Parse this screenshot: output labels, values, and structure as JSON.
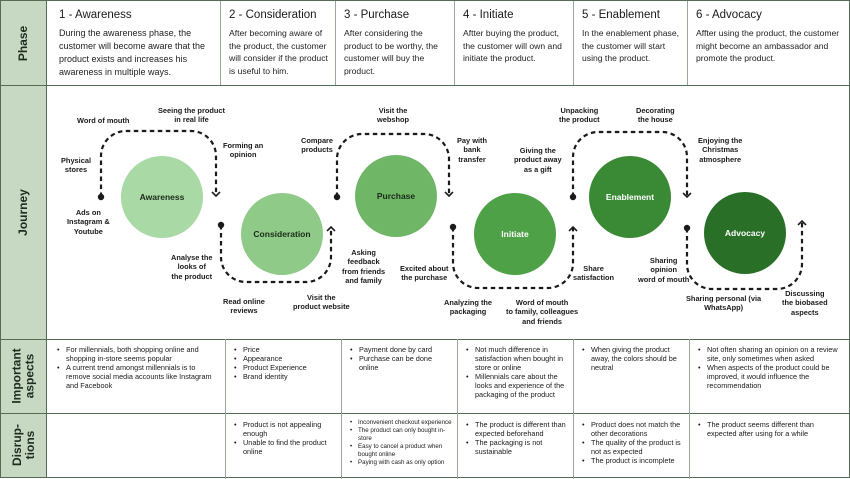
{
  "row_labels": {
    "phase": "Phase",
    "journey": "Journey",
    "aspects_line1": "Important",
    "aspects_line2": "aspects",
    "disruptions_line1": "Disrup-",
    "disruptions_line2": "tions"
  },
  "phases": [
    {
      "title": "1 - Awareness",
      "description": "During the awareness phase, the customer will become aware that the product exists and increases his awareness in multiple ways."
    },
    {
      "title": "2 - Consideration",
      "description": "After becoming aware of the product, the customer will consider if the product is useful to him."
    },
    {
      "title": "3 - Purchase",
      "description": "After considering the product to be worthy, the customer will buy the product."
    },
    {
      "title": "4 - Initiate",
      "description": "Aftter buying the product, the customer will own and initiate the product."
    },
    {
      "title": "5 - Enablement",
      "description": "In the enablement phase, the customer will start using the product."
    },
    {
      "title": "6 - Advocacy",
      "description": "Affter using the product, the customer might become an ambassador and promote the product."
    }
  ],
  "journey": {
    "stages": [
      {
        "name": "Awareness",
        "color": "#a9d9a4"
      },
      {
        "name": "Consideration",
        "color": "#8fca88"
      },
      {
        "name": "Purchase",
        "color": "#6fb767"
      },
      {
        "name": "Initiate",
        "color": "#4ea146"
      },
      {
        "name": "Enablement",
        "color": "#3a8a35"
      },
      {
        "name": "Advocacy",
        "color": "#2a6f27"
      }
    ],
    "touchpoints": {
      "word_of_mouth": "Word of mouth",
      "seeing_product": "Seeing the product\nin real life",
      "physical_stores": "Physical\nstores",
      "ads": "Ads on\nInstagram &\nYoutube",
      "forming_opinion": "Forming an\nopinion",
      "analyse_looks": "Analyse the\nlooks of\nthe product",
      "read_reviews": "Read online\nreviews",
      "visit_website": "Visit the\nproduct website",
      "compare": "Compare\nproducts",
      "visit_webshop": "Visit the\nwebshop",
      "asking_feedback": "Asking\nfeedback\nfrom friends\nand family",
      "pay_bank": "Pay with\nbank\ntransfer",
      "excited": "Excited about\nthe purchase",
      "analyzing_packaging": "Analyzing the\npackaging",
      "wom_family": "Word of mouth\nto family, colleagues\nand friends",
      "giving_gift": "Giving the\nproduct away\nas a gift",
      "unpacking": "Unpacking\nthe product",
      "share_satisfaction": "Share\nsatisfaction",
      "decorating": "Decorating\nthe house",
      "sharing_opinion": "Sharing\nopinion\nword of mouth",
      "christmas": "Enjoying the\nChristmas\natmosphere",
      "sharing_personal": "Sharing personal (via\nWhatsApp)",
      "discussing": "Discussing\nthe biobased\naspects"
    }
  },
  "important_aspects": [
    [
      "For millennials, both shopping online and shopping in-store seems popular",
      "A current trend amongst millennials is to remove social media accounts like Instagram and Facebook"
    ],
    [
      "Price",
      "Appearance",
      "Product Experience",
      "Brand identity"
    ],
    [
      "Payment done by card",
      "Purchase can be done online"
    ],
    [
      "Not much difference in satisfaction when bought in store or online",
      "Millennials care about the looks and experience of the packaging of the product"
    ],
    [
      "When giving the product away, the colors should be neutral"
    ],
    [
      "Not often sharing an opinion on a review site, only sometimes when asked",
      "When aspects of the product could be improved, it would influence the recommendation"
    ]
  ],
  "disruptions": [
    [],
    [
      "Product is not appealing enough",
      "Unable to find the product online"
    ],
    [
      "Inconvenient checkout experience",
      "The product can only bought in-store",
      "Easy to cancel a product when bought online",
      "Paying with cash as only option"
    ],
    [
      "The product is different than expected beforehand",
      "The packaging is not sustainable"
    ],
    [
      "Product does not match the other decorations",
      "The quality of the product is not as expected",
      "The product is incomplete"
    ],
    [
      "The product seems different than expected after using for a while"
    ]
  ]
}
